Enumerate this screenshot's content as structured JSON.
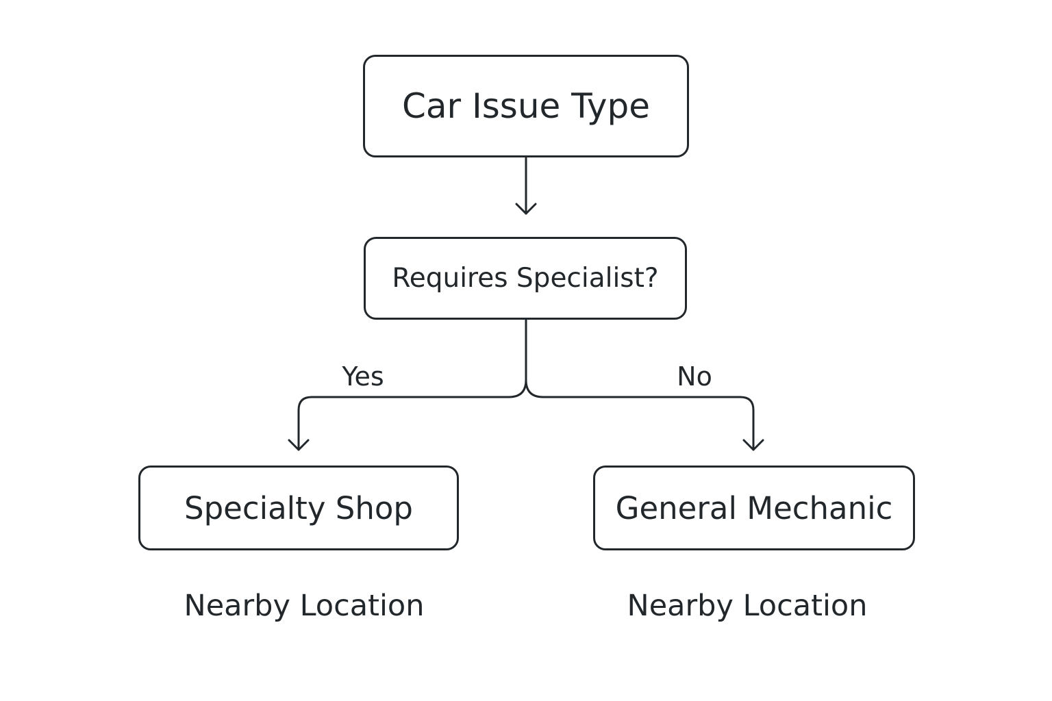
{
  "nodes": {
    "root": "Car Issue Type",
    "decision": "Requires Specialist?",
    "yes_target": "Specialty Shop",
    "no_target": "General Mechanic"
  },
  "edges": {
    "yes_label": "Yes",
    "no_label": "No"
  },
  "captions": {
    "left": "Nearby Location",
    "right": "Nearby Location"
  },
  "colors": {
    "stroke": "#22272b",
    "background": "#ffffff"
  }
}
